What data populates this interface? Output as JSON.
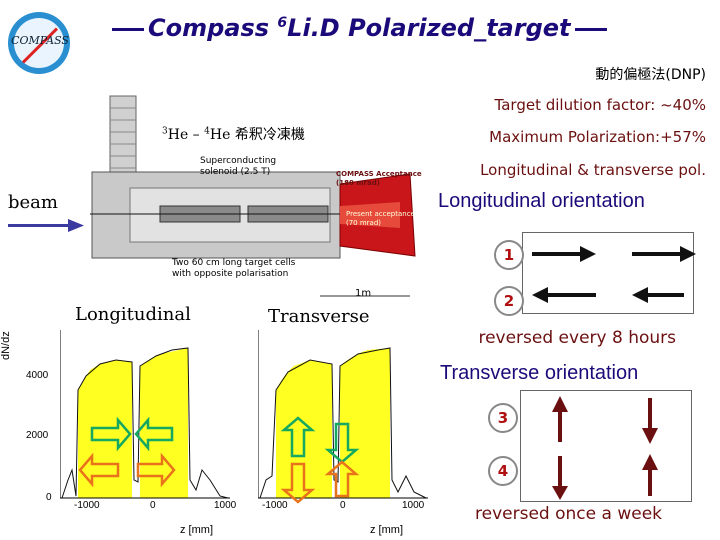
{
  "header": {
    "title_prefix": "Compass ",
    "title_sup": "6",
    "title_main": "Li.D Polarized_target"
  },
  "logo": {
    "text": "COMPASS"
  },
  "right_panel": {
    "method": "動的偏極法(DNP)",
    "dilution": "Target dilution factor: ~40%",
    "max_pol": "Maximum Polarization:+57%",
    "modes": "Longitudinal & transverse pol.",
    "longitudinal_heading": "Longitudinal orientation",
    "long_item1": "1",
    "long_item2": "2",
    "long_note": "reversed every 8 hours",
    "transverse_heading": "Transverse orientation",
    "trans_item3": "3",
    "trans_item4": "4",
    "trans_note": "reversed once a week"
  },
  "schematic": {
    "cryostat_label_sup1": "3",
    "cryostat_label_a": "He – ",
    "cryostat_label_sup2": "4",
    "cryostat_label_b": "He 希釈冷凍機",
    "magnet_label_1": "Superconducting",
    "magnet_label_2": "solenoid (2.5 T)",
    "acceptance_1": "COMPASS Acceptance",
    "acceptance_2": "(180 mrad)",
    "acceptance_3": "Present acceptance",
    "acceptance_4": "(70 mrad)",
    "cells_1": "Two 60 cm long target cells",
    "cells_2": "with opposite polarisation",
    "scale": "1m",
    "beam_label": "beam"
  },
  "plots": {
    "left_title": "Longitudinal",
    "right_title": "Transverse",
    "ylabel": "dN/dz",
    "yticks": [
      "4000",
      "2000",
      "0"
    ],
    "xticks": [
      "-1000",
      "0",
      "1000"
    ],
    "xlabel": "z [mm]"
  },
  "colors": {
    "title": "#1b0a7a",
    "yellow": "#ffff22",
    "arrow_red": "#b01a10",
    "arrow_green": "#15a860",
    "arrow_orange": "#e8731a"
  }
}
